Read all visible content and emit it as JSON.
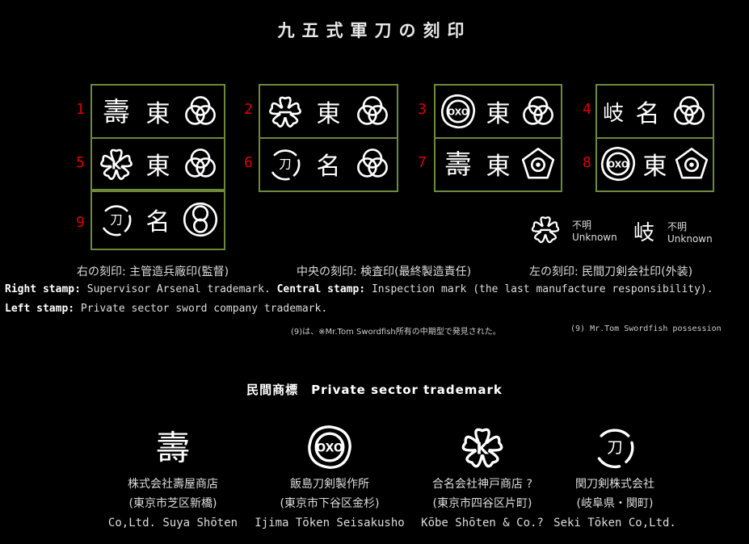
{
  "title": "九五式軍刀の刻印",
  "stamps": [
    {
      "num": "1",
      "left": {
        "kind": "kotobuki"
      },
      "center": "東",
      "right": {
        "kind": "trefoil"
      }
    },
    {
      "num": "2",
      "left": {
        "kind": "sakura",
        "mark": "一"
      },
      "center": "東",
      "right": {
        "kind": "trefoil"
      }
    },
    {
      "num": "3",
      "left": {
        "kind": "iijima"
      },
      "center": "東",
      "right": {
        "kind": "trefoil"
      }
    },
    {
      "num": "4",
      "left": {
        "kind": "text",
        "text": "岐"
      },
      "center": "名",
      "right": {
        "kind": "trefoil"
      }
    },
    {
      "num": "5",
      "left": {
        "kind": "sakura",
        "mark": "K"
      },
      "center": "東",
      "right": {
        "kind": "trefoil"
      }
    },
    {
      "num": "6",
      "left": {
        "kind": "seki"
      },
      "center": "名",
      "right": {
        "kind": "trefoil"
      }
    },
    {
      "num": "7",
      "left": {
        "kind": "kotobuki"
      },
      "center": "東",
      "right": {
        "kind": "pentagon"
      }
    },
    {
      "num": "8",
      "left": {
        "kind": "iijima"
      },
      "center": "東",
      "right": {
        "kind": "pentagon"
      }
    },
    {
      "num": "9",
      "left": {
        "kind": "seki"
      },
      "center": "名",
      "right": {
        "kind": "bulb"
      }
    }
  ],
  "legend": [
    {
      "symbol": "sakura",
      "mark": "一",
      "ja": "不明",
      "en": "Unknown"
    },
    {
      "symbol": "text",
      "text": "岐",
      "ja": "不明",
      "en": "Unknown"
    }
  ],
  "desc": {
    "line1_right": "右の刻印: 主管造兵廠印(監督)",
    "line1_center": "中央の刻印: 検査印(最終製造責任)",
    "line1_left": "左の刻印: 民間刀剣会社印(外装)",
    "right_label": "Right stamp:",
    "right_text": "Supervisor Arsenal trademark.",
    "center_label": "Central stamp:",
    "center_text": "Inspection mark (the last manufacture responsibility).",
    "left_label": "Left stamp:",
    "left_text": "Private sector sword company trademark.",
    "note_ja": "(9)は、※Mr.Tom Swordfish所有の中期型で発見された。",
    "note_en": "(9) Mr.Tom Swordfish possession"
  },
  "private_title": "民間商標　Private sector trademark",
  "companies": [
    {
      "logo": "kotobuki",
      "name": "株式会社壽屋商店",
      "place": "(東京市芝区新橋)",
      "en": "Co,Ltd. Suya Shōten"
    },
    {
      "logo": "iijima",
      "name": "飯島刀剣製作所",
      "place": "(東京市下谷区金杉)",
      "en": "Ijima Tōken Seisakusho"
    },
    {
      "logo": "sakura",
      "mark": "K",
      "name": "合名会社神戸商店 ?",
      "place": "(東京市四谷区片町)",
      "en": "Kōbe Shōten & Co.?"
    },
    {
      "logo": "seki",
      "name": "関刀剣株式会社",
      "place": "(岐阜県・関町)",
      "en": "Seki Tōken Co,Ltd."
    }
  ],
  "colors": {
    "frame": "#6b8a3a",
    "number": "#e00000",
    "background": "#000000"
  }
}
